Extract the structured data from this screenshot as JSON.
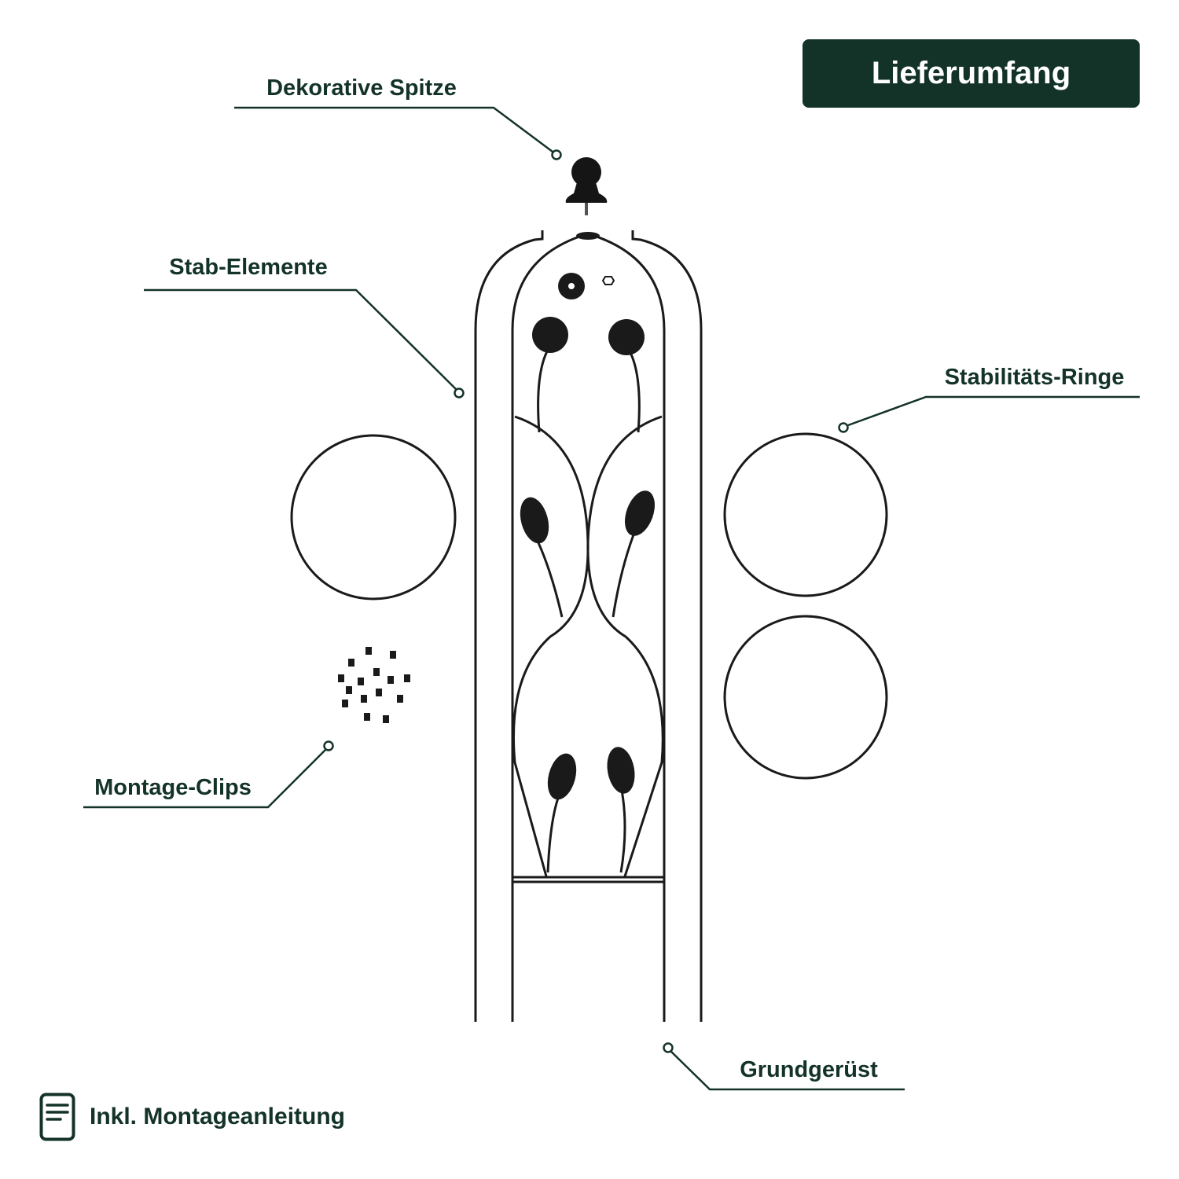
{
  "header": {
    "title": "Lieferumfang"
  },
  "callouts": {
    "top_finial": "Dekorative Spitze",
    "rods": "Stab-Elemente",
    "rings": "Stabilitäts-Ringe",
    "clips": "Montage-Clips",
    "frame": "Grundgerüst"
  },
  "footer": {
    "note": "Inkl. Montageanleitung",
    "icon": "document-icon"
  },
  "colors": {
    "accent": "#143328",
    "metal": "#1a1a1a"
  }
}
